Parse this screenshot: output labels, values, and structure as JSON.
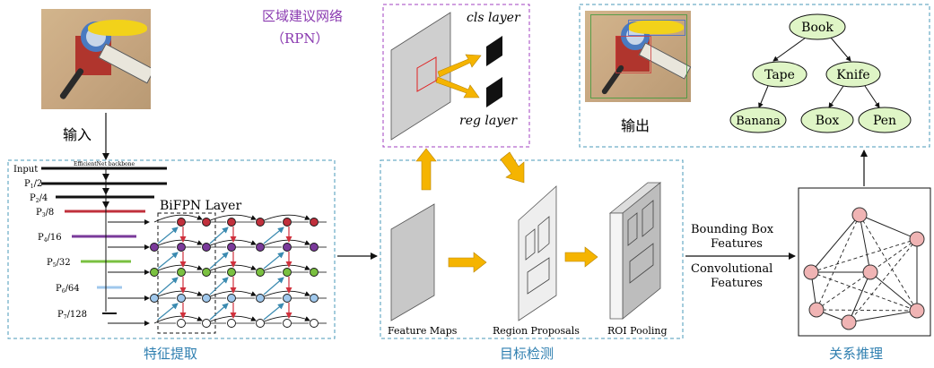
{
  "labels": {
    "input": "输入",
    "output": "输出",
    "rpn_line1": "区域建议网络",
    "rpn_line2": "（RPN）",
    "cls_layer": "cls layer",
    "reg_layer": "reg layer",
    "feature_extraction": "特征提取",
    "object_detection": "目标检测",
    "relation_reasoning": "关系推理",
    "bifpn_layer": "BiFPN Layer",
    "backbone": "EfficientNet backbone",
    "feature_maps": "Feature Maps",
    "region_proposals": "Region Proposals",
    "roi_pooling": "ROI Pooling",
    "bbox_features_1": "Bounding Box",
    "bbox_features_2": "Features",
    "conv_features_1": "Convolutional",
    "conv_features_2": "Features"
  },
  "pyramid_levels": [
    {
      "name": "Input",
      "sub": "",
      "den": ""
    },
    {
      "name": "P",
      "sub": "1",
      "den": "/2"
    },
    {
      "name": "P",
      "sub": "2",
      "den": "/4"
    },
    {
      "name": "P",
      "sub": "3",
      "den": "/8"
    },
    {
      "name": "P",
      "sub": "4",
      "den": "/16"
    },
    {
      "name": "P",
      "sub": "5",
      "den": "/32"
    },
    {
      "name": "P",
      "sub": "6",
      "den": "/64"
    },
    {
      "name": "P",
      "sub": "7",
      "den": "/128"
    }
  ],
  "tree": {
    "root": "Book",
    "level1": [
      "Tape",
      "Knife"
    ],
    "level2": [
      "Banana",
      "Box",
      "Pen"
    ]
  },
  "colors": {
    "dashed_box": "#4a9ab8",
    "rpn_box": "#a040c0",
    "rpn_text": "#8a3ab0",
    "caption": "#2f7fb0",
    "orange_arrow": "#f5b400",
    "tree_node": "#dff5c6",
    "relation_node": "#f0b4b4",
    "p3": "#c0303c",
    "p4": "#7a3a9a",
    "p5": "#7ac040",
    "p6": "#a0c8ec",
    "p7": "#ffffff"
  }
}
